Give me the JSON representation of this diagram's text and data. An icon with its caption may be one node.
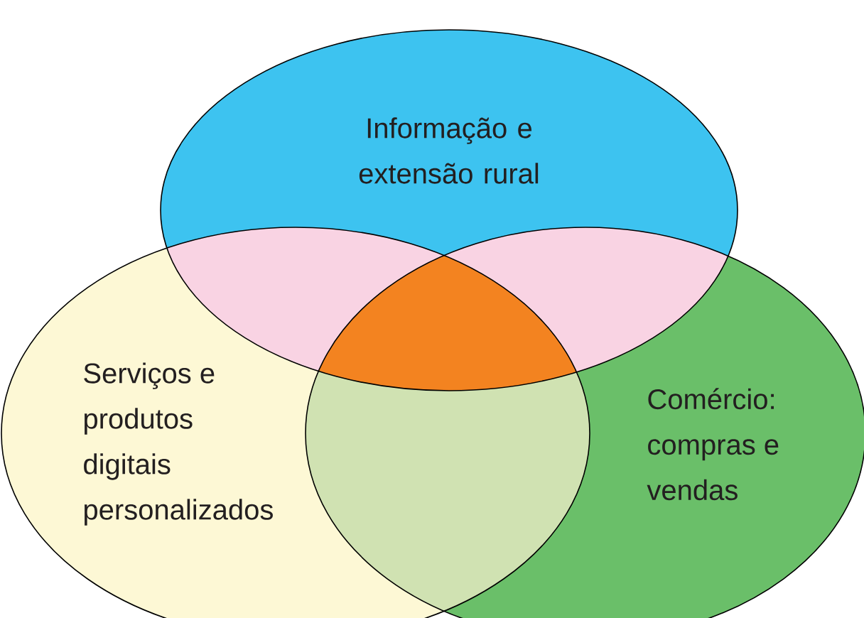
{
  "diagram": {
    "nodes": [
      {
        "text": [
          "Informação e extensão rural"
        ]
      },
      {
        "text": [
          "Serviços e produtos digitais personalizados"
        ]
      },
      {
        "text": [
          "Comércio: compras e vendas"
        ]
      }
    ]
  }
}
